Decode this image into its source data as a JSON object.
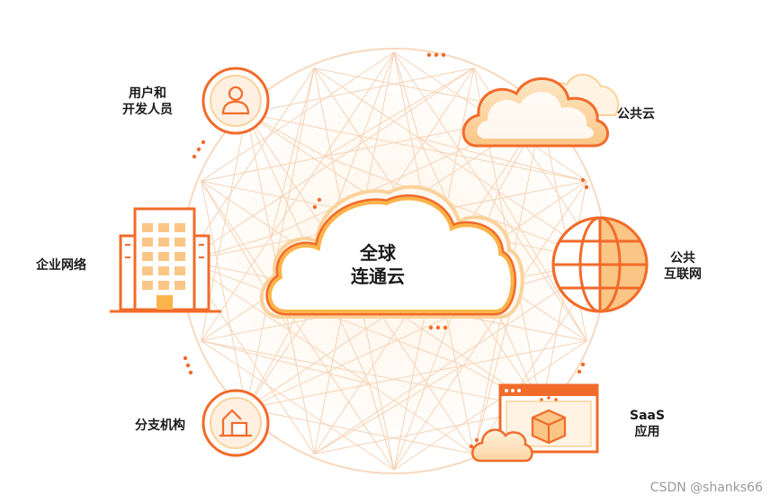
{
  "center": {
    "line1": "全球",
    "line2": "连通云"
  },
  "nodes": {
    "users": {
      "line1": "用户和",
      "line2": "开发人员",
      "icon": "user-icon"
    },
    "enterprise": {
      "line1": "企业网络",
      "icon": "building-icon"
    },
    "branch": {
      "line1": "分支机构",
      "icon": "house-icon"
    },
    "public_cloud": {
      "line1": "公共云",
      "icon": "cloud-icon"
    },
    "internet": {
      "line1": "公共",
      "line2": "互联网",
      "icon": "globe-icon"
    },
    "saas": {
      "line1": "SaaS",
      "line2": "应用",
      "icon": "browser-box-icon"
    }
  },
  "watermark": "CSDN @shanks66",
  "colors": {
    "primary": "#f26b2a",
    "light": "#fbd29a",
    "pale": "#fff3e3",
    "net": "#f6d3b6"
  }
}
